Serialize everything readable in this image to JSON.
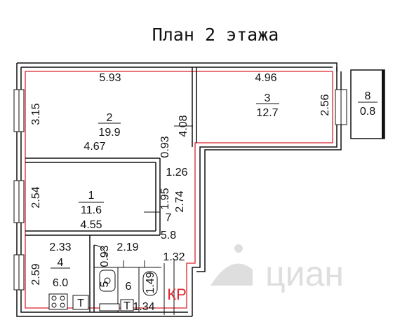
{
  "title": "План 2 этажа",
  "rooms": [
    {
      "id": "2",
      "number": "2",
      "area": "19.9",
      "dims": [
        "5.93",
        "3.15",
        "4.67",
        "0.93"
      ]
    },
    {
      "id": "3",
      "number": "3",
      "area": "12.7",
      "dims": [
        "4.96",
        "2.56",
        "4.08"
      ]
    },
    {
      "id": "8",
      "number": "8",
      "area": "0.8"
    },
    {
      "id": "1",
      "number": "1",
      "area": "11.6",
      "dims": [
        "2.54",
        "4.55",
        "1.95",
        "2.74",
        "1.26"
      ]
    },
    {
      "id": "7",
      "number": "7",
      "area": "5.8"
    },
    {
      "id": "4",
      "number": "4",
      "area": "6.0",
      "dims": [
        "2.33",
        "2.59"
      ]
    },
    {
      "id": "5",
      "number": "5",
      "area": "",
      "dims": [
        "0.93",
        "2.19"
      ]
    },
    {
      "id": "6",
      "number": "6",
      "area": "",
      "dims": [
        "1.32",
        "1.49",
        "1.34"
      ]
    }
  ],
  "markers": {
    "kr": "КР",
    "wc": "Т",
    "stove": "Т"
  },
  "watermark": {
    "text": "циан",
    "brand_color": "#dedede"
  },
  "colors": {
    "wall": "#111111",
    "outline": "#d9232b"
  }
}
